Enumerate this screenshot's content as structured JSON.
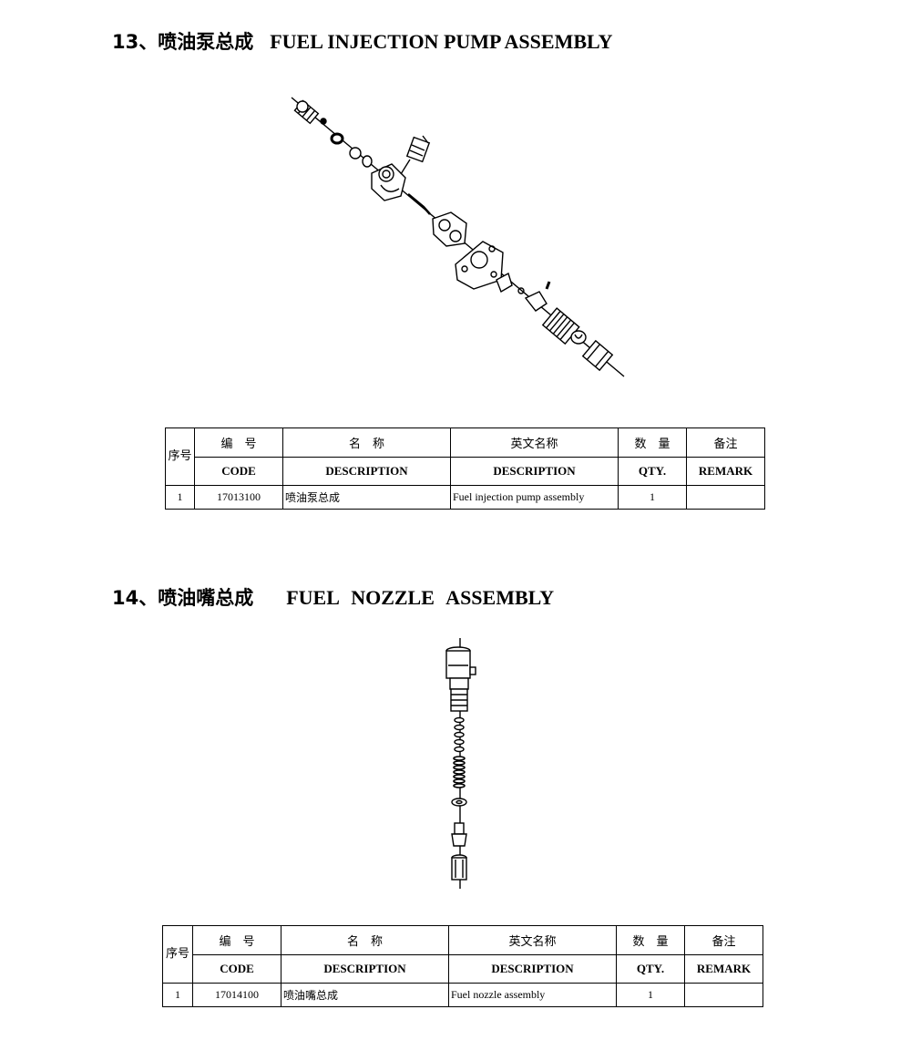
{
  "sections": [
    {
      "number_cn": "13、喷油泵总成",
      "title_en": "FUEL INJECTION PUMP ASSEMBLY",
      "table": {
        "header_cn": {
          "seq": "序号",
          "code": "编　号",
          "name": "名　称",
          "en_name": "英文名称",
          "qty": "数　量",
          "remark": "备注"
        },
        "header_en": {
          "code": "CODE",
          "name": "DESCRIPTION",
          "en_name": "DESCRIPTION",
          "qty": "QTY.",
          "remark": "REMARK"
        },
        "rows": [
          {
            "seq": "1",
            "code": "17013100",
            "name": "喷油泵总成",
            "en_name": "Fuel injection pump assembly",
            "qty": "1",
            "remark": ""
          }
        ]
      }
    },
    {
      "number_cn": "14、喷油嘴总成",
      "title_en": "FUEL NOZZLE ASSEMBLY",
      "table": {
        "header_cn": {
          "seq": "序号",
          "code": "编　号",
          "name": "名　称",
          "en_name": "英文名称",
          "qty": "数　量",
          "remark": "备注"
        },
        "header_en": {
          "code": "CODE",
          "name": "DESCRIPTION",
          "en_name": "DESCRIPTION",
          "qty": "QTY.",
          "remark": "REMARK"
        },
        "rows": [
          {
            "seq": "1",
            "code": "17014100",
            "name": "喷油嘴总成",
            "en_name": "Fuel nozzle assembly",
            "qty": "1",
            "remark": ""
          }
        ]
      }
    }
  ]
}
